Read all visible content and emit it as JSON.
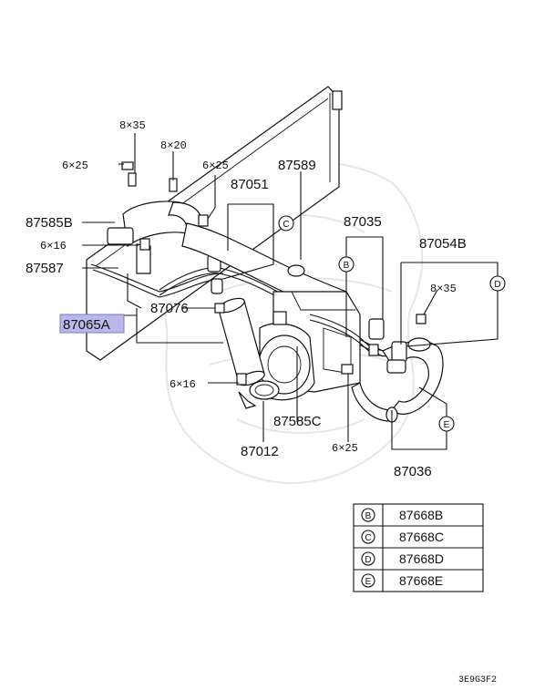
{
  "labels": {
    "p87589": "87589",
    "p87051": "87051",
    "p87035": "87035",
    "p87054B": "87054B",
    "p87585B": "87585B",
    "p87587": "87587",
    "p87076": "87076",
    "p87065A": "87065A",
    "p87585C": "87585C",
    "p87012": "87012",
    "p87036": "87036"
  },
  "dimensions": {
    "d8x35a": "8×35",
    "d8x20": "8×20",
    "d6x25a": "6×25",
    "d6x25b": "6×25",
    "d6x16a": "6×16",
    "d6x16b": "6×16",
    "d8x35b": "8×35",
    "d6x25c": "6×25"
  },
  "callouts": {
    "B": "B",
    "C": "C",
    "D": "D",
    "E": "E"
  },
  "legend_table": [
    {
      "key": "B",
      "part": "87668B"
    },
    {
      "key": "C",
      "part": "87668C"
    },
    {
      "key": "D",
      "part": "87668D"
    },
    {
      "key": "E",
      "part": "87668E"
    }
  ],
  "diagram_code": "3E9G3F2",
  "highlight_color": "#b9b8e8"
}
